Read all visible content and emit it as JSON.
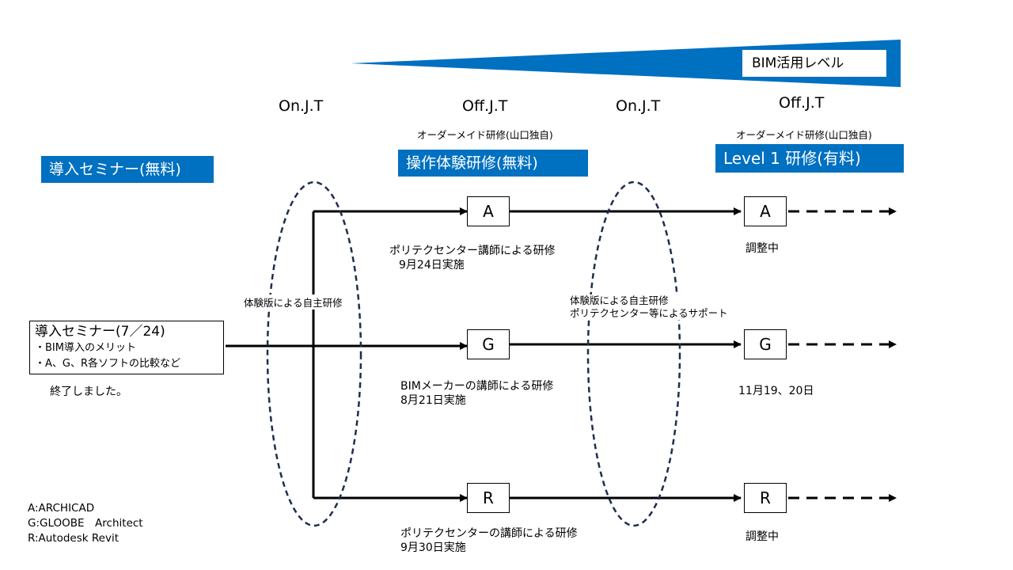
{
  "level_indicator": {
    "label": "BIM活用レベル",
    "color": "#0070C0"
  },
  "phases": [
    {
      "label": "On.J.T"
    },
    {
      "label": "Off.J.T"
    },
    {
      "label": "On.J.T"
    },
    {
      "label": "Off.J.T"
    }
  ],
  "ordermade": [
    {
      "label": "オーダーメイド研修(山口独自)"
    },
    {
      "label": "オーダーメイド研修(山口独自)"
    }
  ],
  "banners": {
    "intro": "導入セミナー(無料)",
    "experience": "操作体験研修(無料)",
    "level1": "Level 1  研修(有料)"
  },
  "seminar": {
    "title": "導入セミナー(7／24)",
    "items": [
      "・BIM導入のメリット",
      "・A、G、R各ソフトの比較など"
    ],
    "status": "終了しました。"
  },
  "self_study": {
    "first": "体験版による自主研修",
    "second_line1": "体験版による自主研修",
    "second_line2": "ポリテクセンター等によるサポート"
  },
  "nodes": {
    "a1": "A",
    "g1": "G",
    "r1": "R",
    "a2": "A",
    "g2": "G",
    "r2": "R"
  },
  "notes": {
    "a1_line1": "ポリテクセンター講師による研修",
    "a1_line2": "9月24日実施",
    "g1_line1": "BIMメーカーの講師による研修",
    "g1_line2": "8月21日実施",
    "r1_line1": "ポリテクセンターの講師による研修",
    "r1_line2": "9月30日実施",
    "a2": "調整中",
    "g2": "11月19、20日",
    "r2": "調整中"
  },
  "legend": [
    "A:ARCHICAD",
    "G:GLOOBE　Architect",
    "R:Autodesk Revit"
  ],
  "colors": {
    "accent": "#0070C0",
    "ellipse": "#1F2D4E",
    "line": "#000000"
  }
}
